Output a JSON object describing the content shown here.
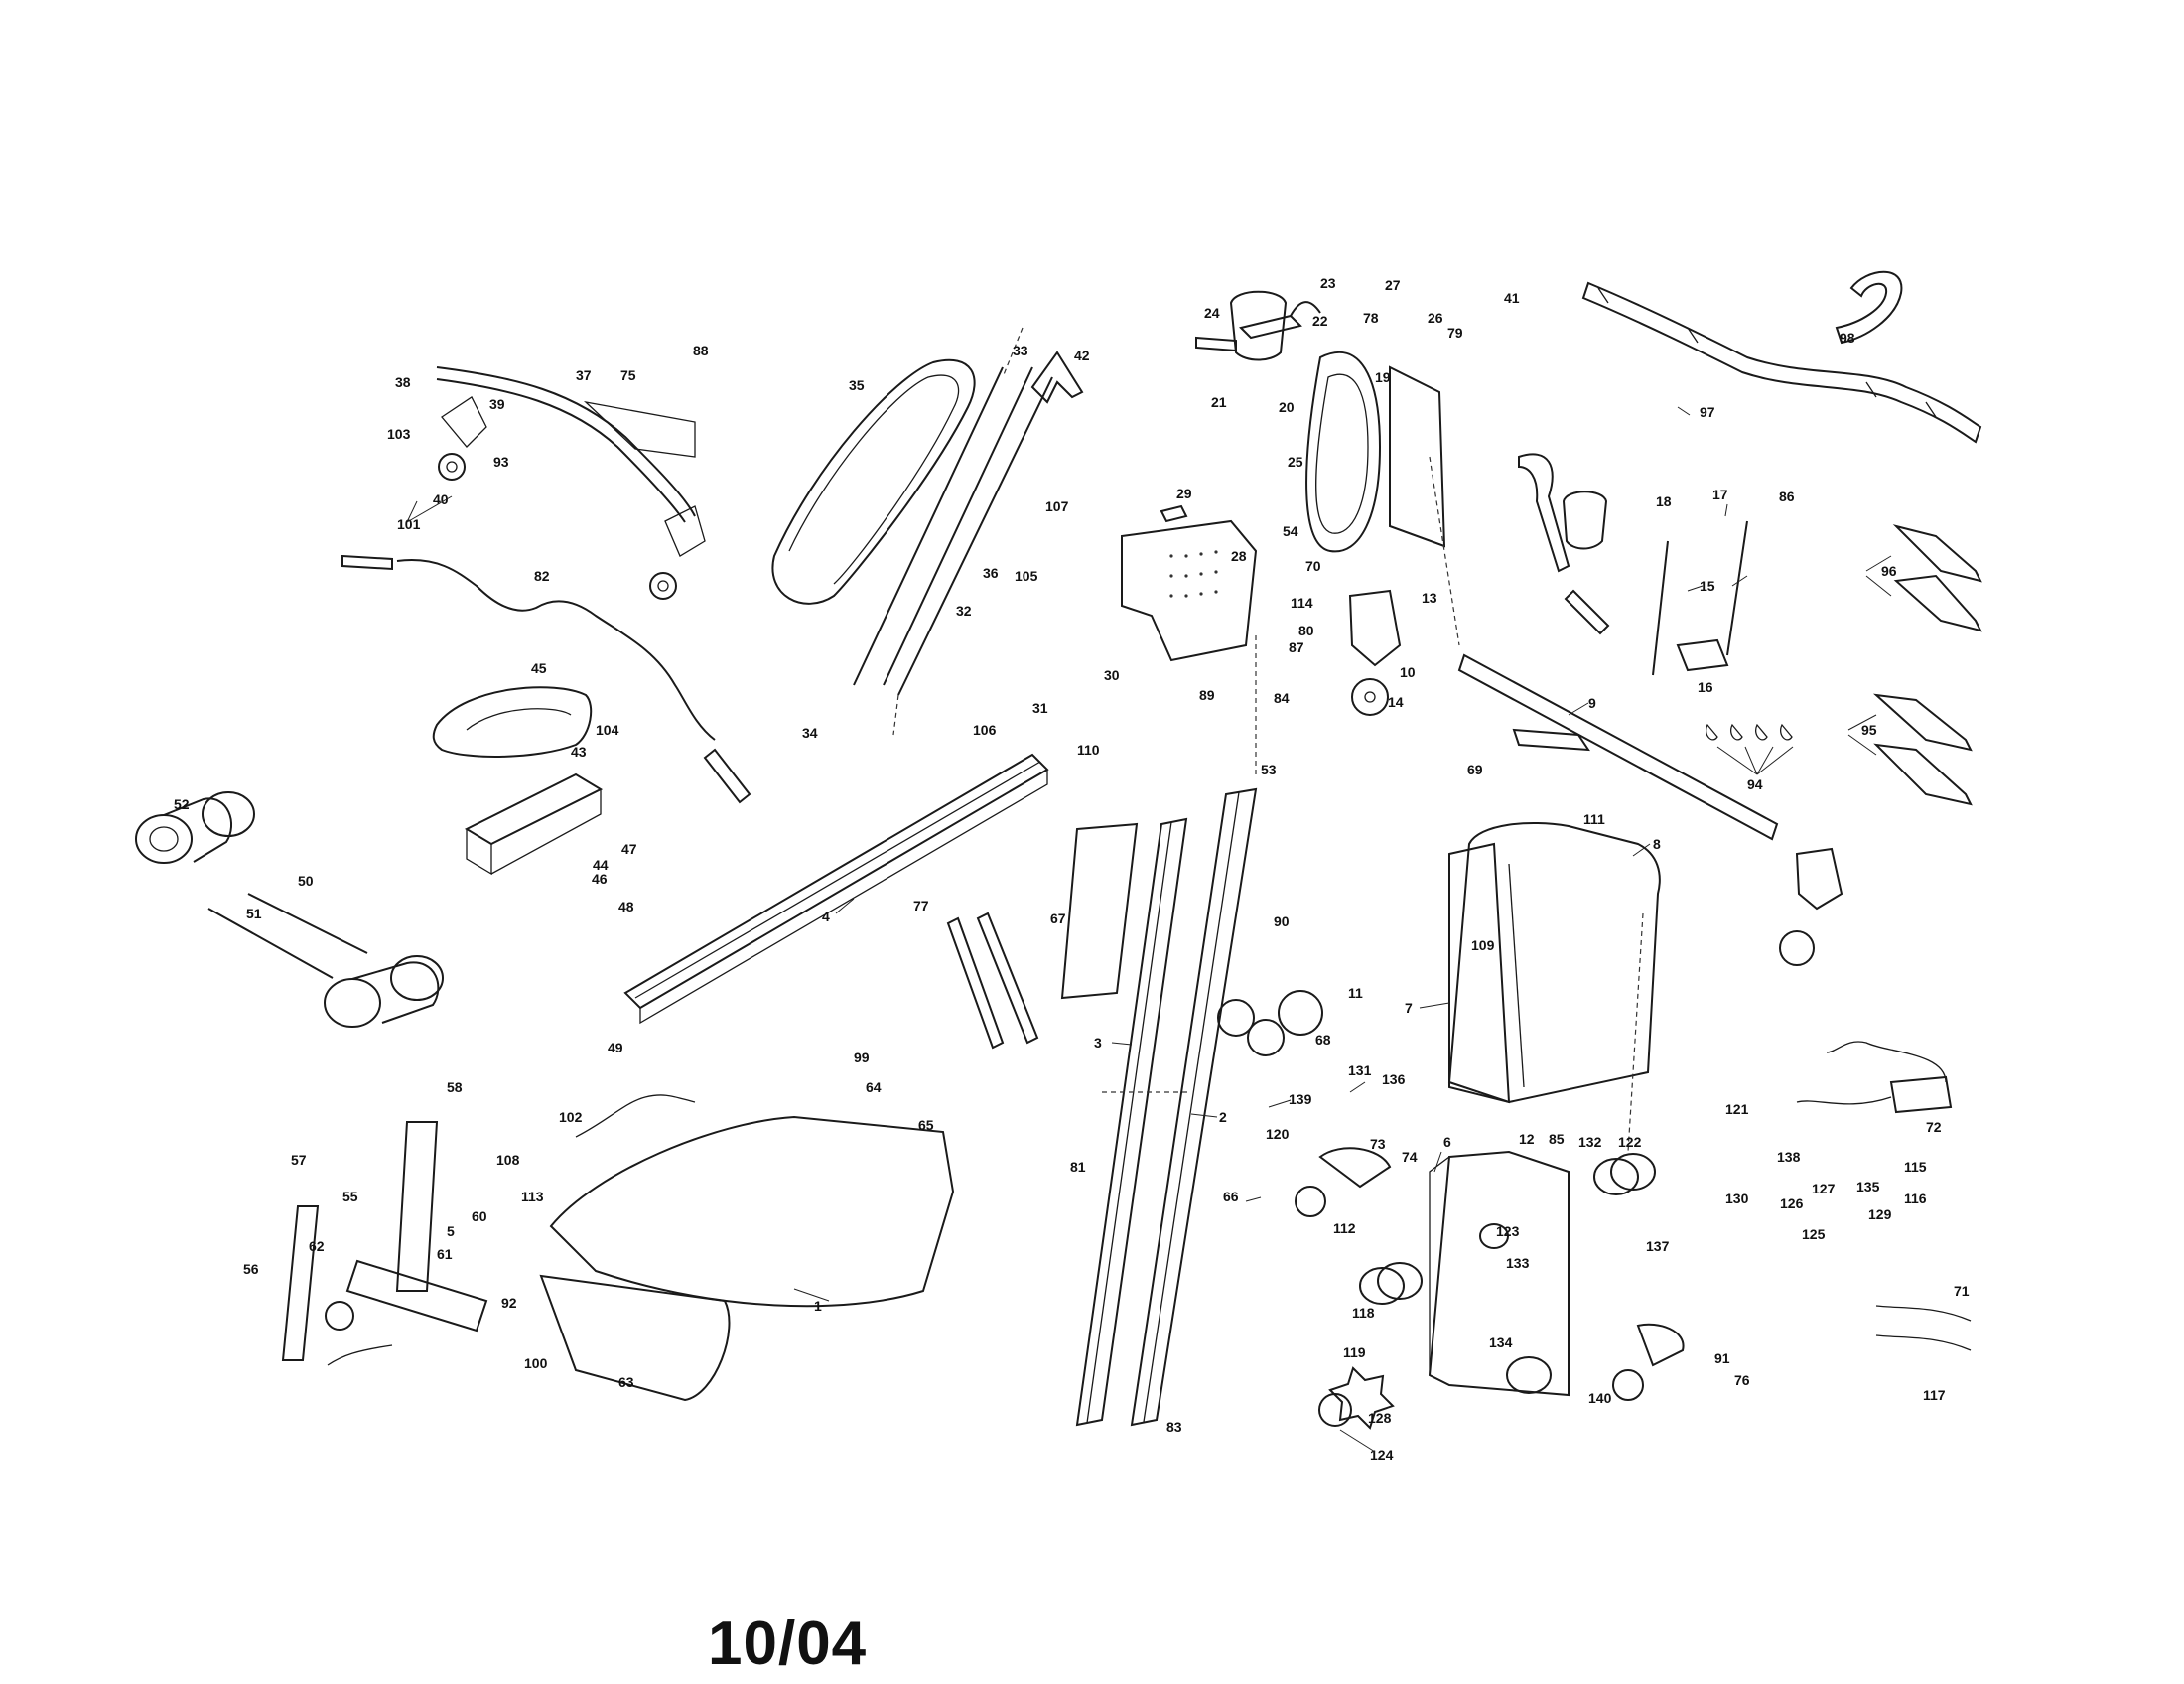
{
  "footer": {
    "date_code": "10/04"
  },
  "part_numbers": [
    "1",
    "2",
    "3",
    "4",
    "5",
    "6",
    "7",
    "8",
    "9",
    "10",
    "11",
    "12",
    "13",
    "14",
    "15",
    "16",
    "17",
    "18",
    "19",
    "20",
    "21",
    "22",
    "23",
    "24",
    "25",
    "26",
    "27",
    "28",
    "29",
    "30",
    "31",
    "32",
    "33",
    "34",
    "35",
    "36",
    "37",
    "38",
    "39",
    "40",
    "41",
    "42",
    "43",
    "44",
    "45",
    "46",
    "47",
    "48",
    "49",
    "50",
    "51",
    "52",
    "53",
    "54",
    "55",
    "56",
    "57",
    "58",
    "60",
    "61",
    "62",
    "63",
    "64",
    "65",
    "66",
    "67",
    "68",
    "69",
    "70",
    "71",
    "72",
    "73",
    "74",
    "75",
    "76",
    "77",
    "78",
    "79",
    "80",
    "81",
    "82",
    "83",
    "84",
    "85",
    "86",
    "87",
    "88",
    "89",
    "90",
    "91",
    "92",
    "93",
    "94",
    "95",
    "96",
    "97",
    "98",
    "99",
    "100",
    "101",
    "102",
    "103",
    "104",
    "105",
    "106",
    "107",
    "108",
    "109",
    "110",
    "111",
    "112",
    "113",
    "114",
    "115",
    "116",
    "117",
    "118",
    "119",
    "120",
    "121",
    "122",
    "123",
    "124",
    "125",
    "126",
    "127",
    "128",
    "129",
    "130",
    "131",
    "132",
    "133",
    "134",
    "135",
    "136",
    "137",
    "138",
    "139",
    "140"
  ]
}
